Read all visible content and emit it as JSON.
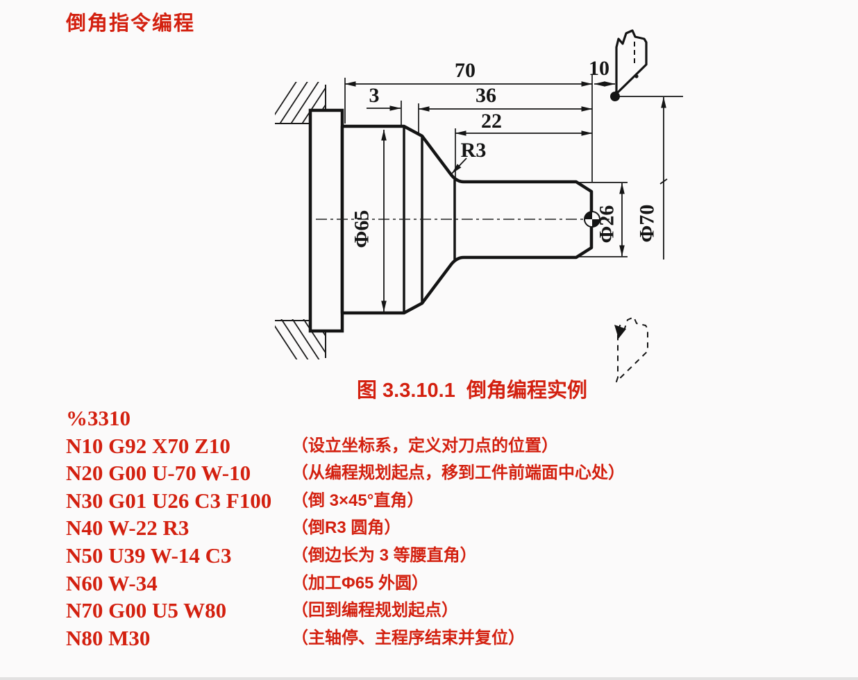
{
  "page": {
    "title": "倒角指令编程"
  },
  "figure": {
    "caption": "图 3.3.10.1  倒角编程实例",
    "dims": {
      "d70": "70",
      "d10": "10",
      "d36": "36",
      "d22": "22",
      "d3": "3",
      "r3": "R3",
      "dia65": "Φ65",
      "dia26": "Φ26",
      "dia70": "Φ70"
    }
  },
  "program": {
    "lines": [
      {
        "code": "%3310",
        "comment": ""
      },
      {
        "code": "N10 G92 X70 Z10",
        "comment": "（设立坐标系，定义对刀点的位置）"
      },
      {
        "code": "N20 G00 U-70 W-10",
        "comment": "（从编程规划起点，移到工件前端面中心处）"
      },
      {
        "code": "N30 G01 U26 C3 F100",
        "comment": "（倒 3×45°直角）"
      },
      {
        "code": "N40 W-22 R3",
        "comment": "（倒R3 圆角）"
      },
      {
        "code": "N50 U39 W-14 C3",
        "comment": "（倒边长为 3 等腰直角）"
      },
      {
        "code": "N60 W-34",
        "comment": "（加工Φ65 外圆）"
      },
      {
        "code": "N70 G00 U5 W80",
        "comment": "（回到编程规划起点）"
      },
      {
        "code": "N80 M30",
        "comment": "（主轴停、主程序结束并复位）"
      }
    ]
  },
  "colors": {
    "red": "#d3200f",
    "ink": "#151515",
    "background": "#fbfafa"
  }
}
